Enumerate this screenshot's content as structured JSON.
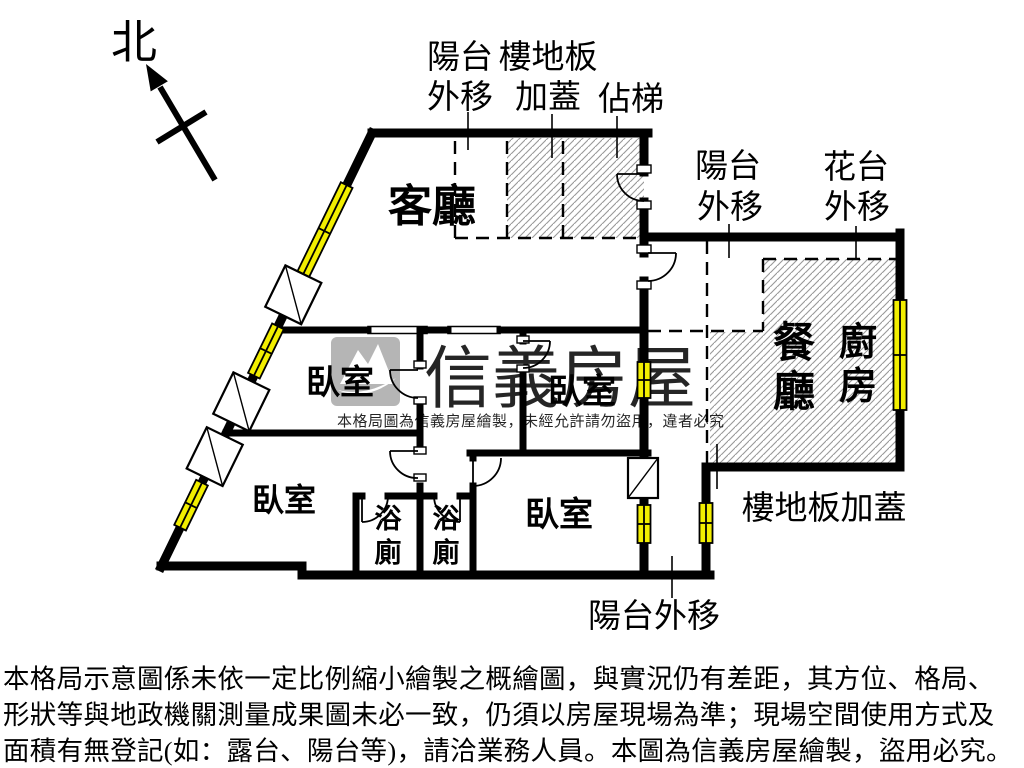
{
  "compass": {
    "north": "北"
  },
  "rooms": {
    "living": "客廳",
    "bedroom_upper": "臥室",
    "bedroom_middle": "臥室",
    "bedroom_lower_left": "臥室",
    "bedroom_bottom": "臥室",
    "dining": [
      "餐",
      "廳"
    ],
    "kitchen": [
      "廚",
      "房"
    ],
    "bath1": [
      "浴",
      "廁"
    ],
    "bath2": [
      "浴",
      "廁"
    ]
  },
  "annotations": {
    "balcony_top": [
      "陽台",
      "外移"
    ],
    "slab_top": [
      "樓地板",
      "加蓋"
    ],
    "stair": "佔梯",
    "balcony_right": [
      "陽台",
      "外移"
    ],
    "planter_right": [
      "花台",
      "外移"
    ],
    "slab_bottom": "樓地板加蓋",
    "balcony_bottom": "陽台外移"
  },
  "watermark": {
    "brand": "信義房屋",
    "notice": "本格局圖為信義房屋繪製，未經允許請勿盜用，違者必究"
  },
  "disclaimer": {
    "line1": "本格局示意圖係未依一定比例縮小繪製之概繪圖，與實況仍有差距，其方位、格局、",
    "line2": "形狀等與地政機關測量成果圖未必一致，仍須以房屋現場為準；現場空間使用方式及",
    "line3": "面積有無登記(如：露台、陽台等)，請洽業務人員。本圖為信義房屋繪製，盜用必究。"
  },
  "colors": {
    "wall": "#000000",
    "window": "#f2ee00",
    "hatch": "#989898",
    "watermark": "#a9a9a9",
    "notice_gray": "#b3b3b3"
  }
}
